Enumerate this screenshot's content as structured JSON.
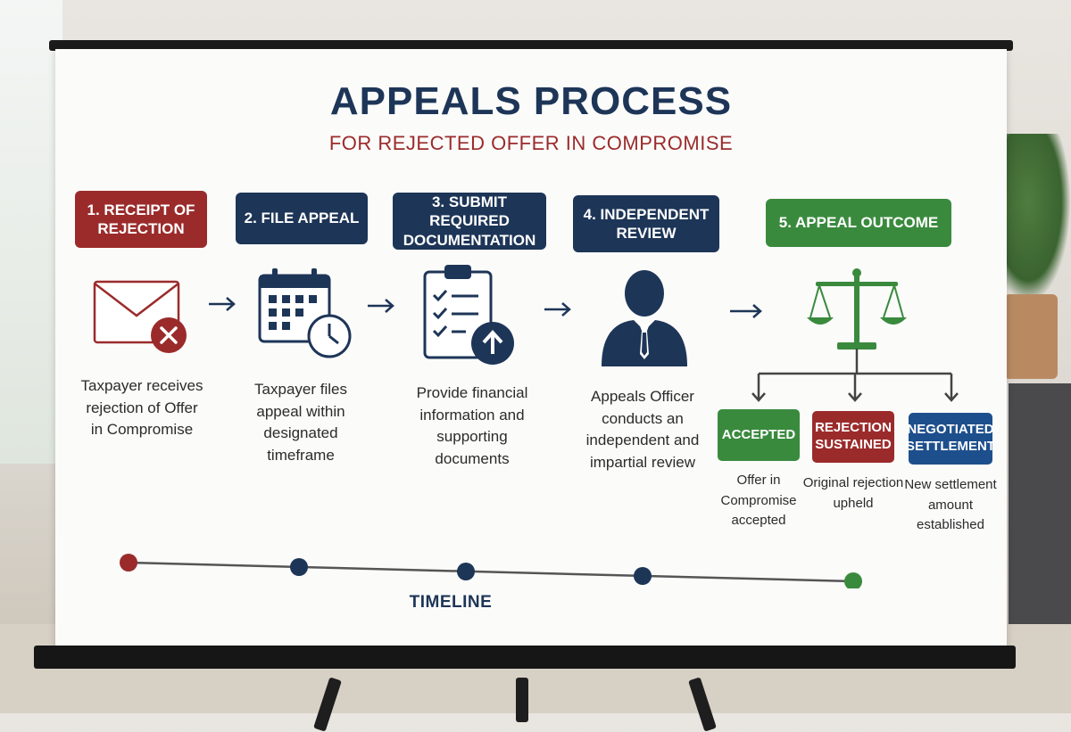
{
  "header": {
    "title": "APPEALS PROCESS",
    "subtitle": "FOR REJECTED OFFER IN COMPROMISE"
  },
  "colors": {
    "navy": "#1d3557",
    "red": "#9b2b2b",
    "green": "#3a8a3e"
  },
  "steps": [
    {
      "label_line1": "1. RECEIPT OF",
      "label_line2": "REJECTION",
      "icon": "envelope-rejected-icon",
      "desc": [
        "Taxpayer receives",
        "rejection of Offer",
        "in Compromise"
      ]
    },
    {
      "label_line1": "2. FILE APPEAL",
      "icon": "calendar-clock-icon",
      "desc": [
        "Taxpayer files",
        "appeal within",
        "designated",
        "timeframe"
      ]
    },
    {
      "label_line1": "3. SUBMIT REQUIRED",
      "label_line2": "DOCUMENTATION",
      "icon": "clipboard-upload-icon",
      "desc": [
        "Provide financial",
        "information and",
        "supporting",
        "documents"
      ]
    },
    {
      "label_line1": "4. INDEPENDENT",
      "label_line2": "REVIEW",
      "icon": "officer-person-icon",
      "desc": [
        "Appeals Officer",
        "conducts an",
        "independent and",
        "impartial review"
      ]
    },
    {
      "label_line1": "5. APPEAL OUTCOME",
      "icon": "scales-of-justice-icon"
    }
  ],
  "outcomes": [
    {
      "label_line1": "ACCEPTED",
      "desc": [
        "Offer in",
        "Compromise",
        "accepted"
      ]
    },
    {
      "label_line1": "REJECTION",
      "label_line2": "SUSTAINED",
      "desc": [
        "Original rejection",
        "upheld"
      ]
    },
    {
      "label_line1": "NEGOTIATED",
      "label_line2": "SETTLEMENT",
      "desc": [
        "New settlement",
        "amount",
        "established"
      ]
    }
  ],
  "timeline": {
    "label": "TIMELINE"
  }
}
